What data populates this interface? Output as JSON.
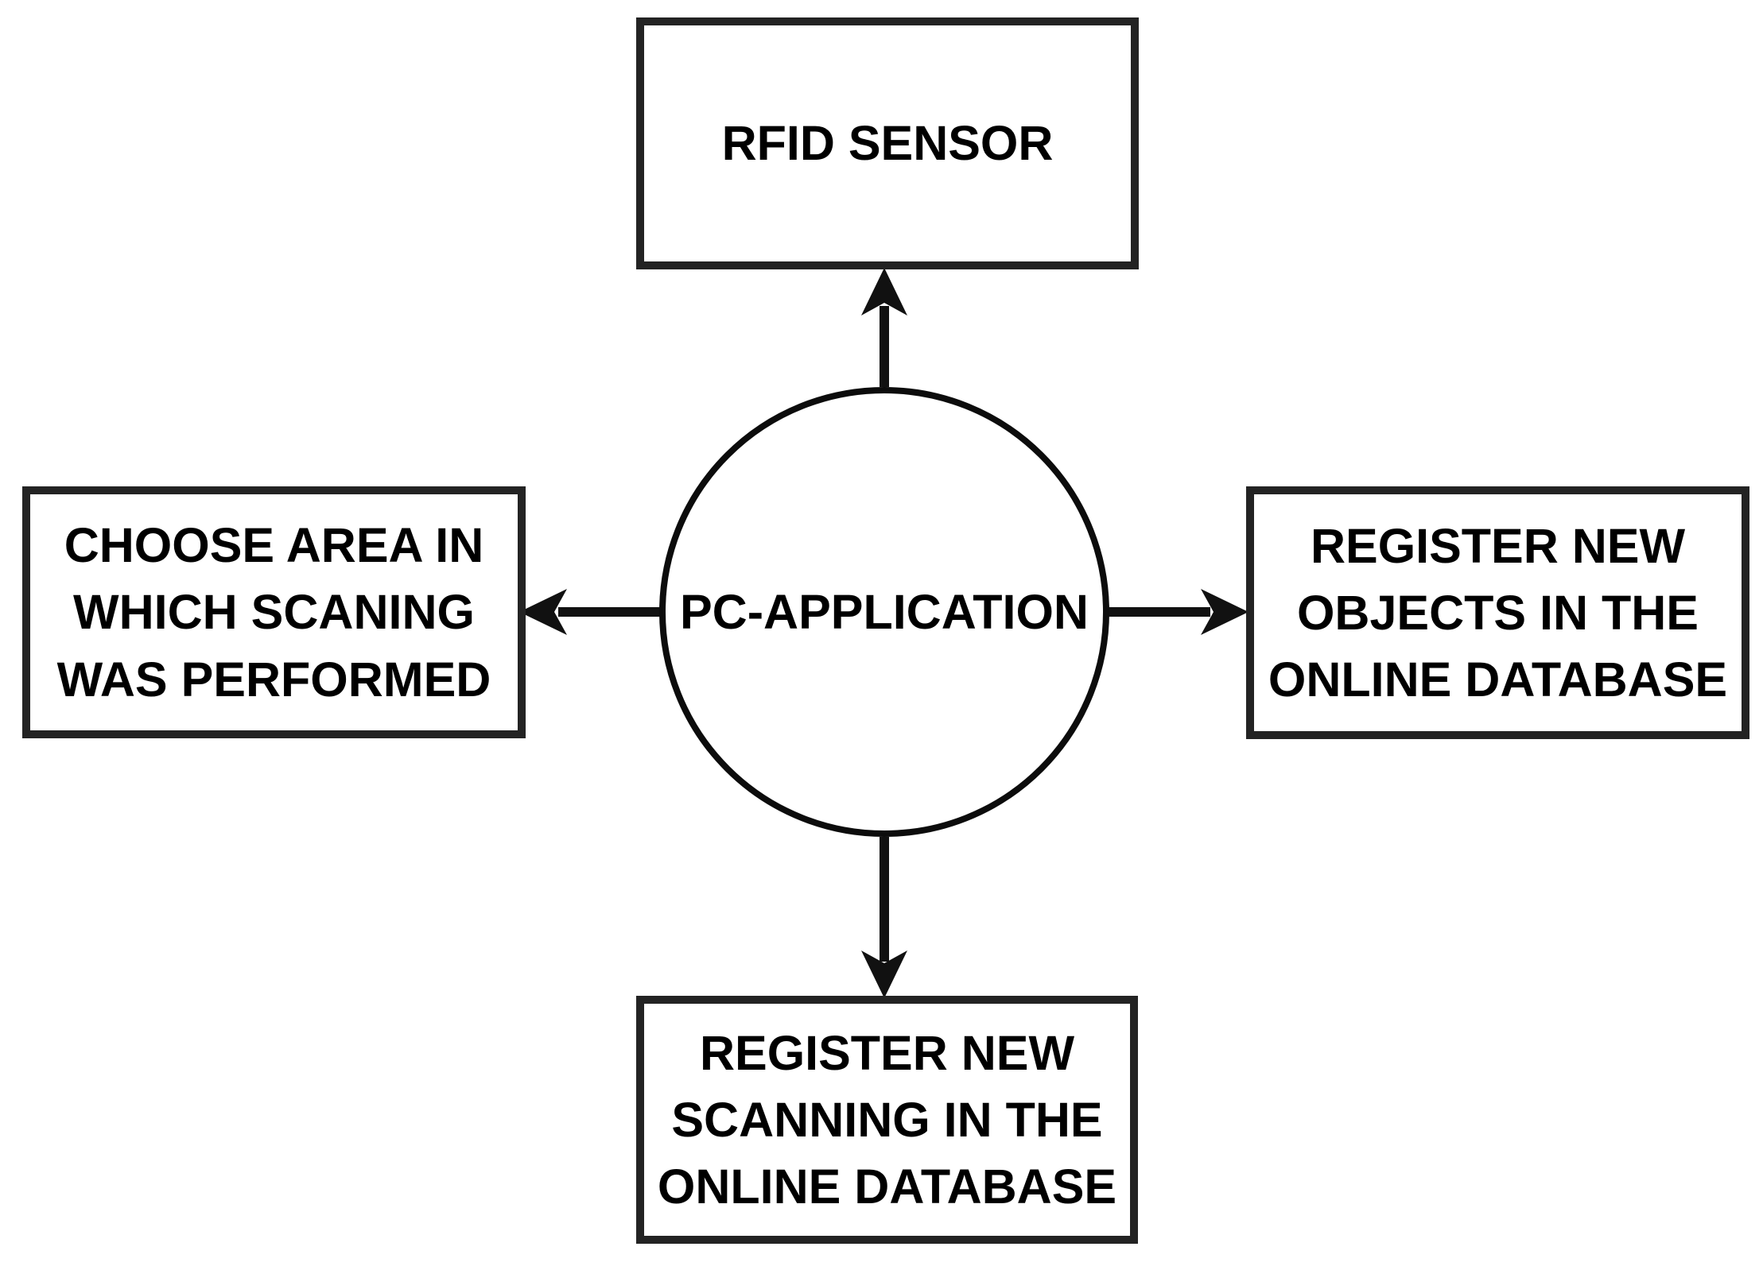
{
  "diagram": {
    "center_node": {
      "label": "PC-APPLICATION"
    },
    "nodes": {
      "top": {
        "label": "RFID SENSOR"
      },
      "left": {
        "label": "CHOOSE AREA IN\nWHICH SCANING\nWAS PERFORMED"
      },
      "right": {
        "label": "REGISTER NEW\nOBJECTS IN THE\nONLINE DATABASE"
      },
      "bottom": {
        "label": "REGISTER NEW\nSCANNING IN THE\nONLINE DATABASE"
      }
    },
    "connectors": [
      {
        "from": "PC-APPLICATION",
        "to": "RFID SENSOR",
        "direction": "up"
      },
      {
        "from": "PC-APPLICATION",
        "to": "CHOOSE AREA IN WHICH SCANING WAS PERFORMED",
        "direction": "left"
      },
      {
        "from": "PC-APPLICATION",
        "to": "REGISTER NEW OBJECTS IN THE ONLINE DATABASE",
        "direction": "right"
      },
      {
        "from": "PC-APPLICATION",
        "to": "REGISTER NEW SCANNING IN THE ONLINE DATABASE",
        "direction": "down"
      }
    ],
    "colors": {
      "background": "#ffffff",
      "box_border": "#232323",
      "circle_border": "#0c0c0c",
      "arrow": "#111111",
      "text": "#000000"
    }
  }
}
